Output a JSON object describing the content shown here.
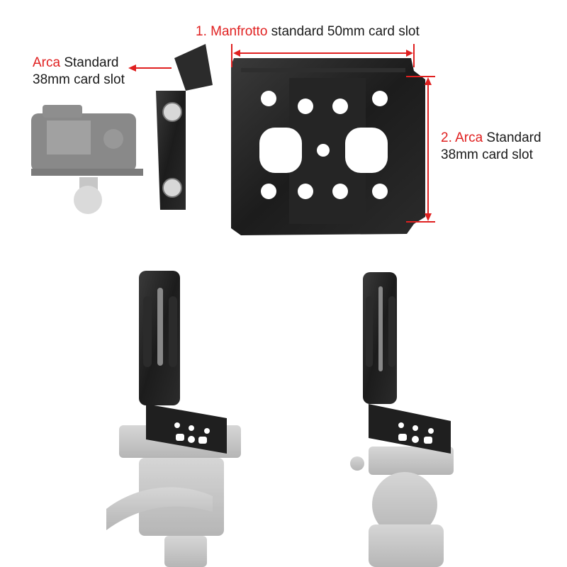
{
  "labels": {
    "top": {
      "prefix": "1. Manfrotto",
      "rest": " standard 50mm card slot"
    },
    "left": {
      "prefix": "Arca",
      "rest_line1": " Standard",
      "line2": "38mm card slot"
    },
    "right": {
      "prefix": "2. Arca",
      "rest_line1": " Standard",
      "line2": "38mm card slot"
    }
  },
  "colors": {
    "accent": "#e02020",
    "metal": "#1c1c1c",
    "metal_light": "#3a3a3a",
    "mount_gray": "#b9b9b9"
  }
}
